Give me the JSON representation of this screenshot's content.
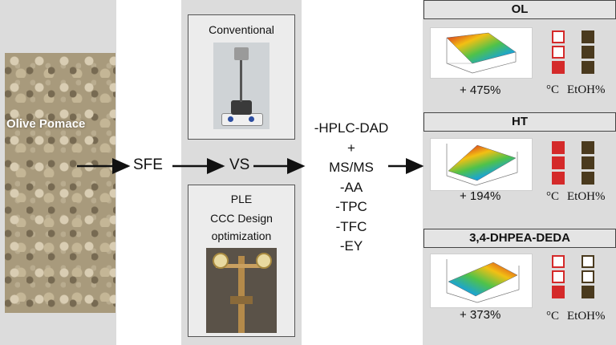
{
  "left_panel": {
    "label": "Olive Pomace"
  },
  "flow": {
    "step1": "SFE",
    "step2": "VS"
  },
  "conventional": {
    "title": "Conventional"
  },
  "ple": {
    "title": "PLE",
    "line1": "CCC Design",
    "line2": "optimization"
  },
  "analysis": {
    "lines": [
      "-HPLC-DAD",
      "+",
      "MS/MS",
      "-AA",
      "-TPC",
      "-TFC",
      "-EY"
    ]
  },
  "results": [
    {
      "title": "OL",
      "increase": "+ 475%",
      "temp_unit": "°C",
      "etoh_unit": "EtOH%",
      "temp_level": [
        0,
        0,
        1
      ],
      "etoh_level": [
        1,
        1,
        1
      ]
    },
    {
      "title": "HT",
      "increase": "+ 194%",
      "temp_unit": "°C",
      "etoh_unit": "EtOH%",
      "temp_level": [
        1,
        1,
        1
      ],
      "etoh_level": [
        1,
        1,
        1
      ]
    },
    {
      "title": "3,4-DHPEA-DEDA",
      "increase": "+ 373%",
      "temp_unit": "°C",
      "etoh_unit": "EtOH%",
      "temp_level": [
        0,
        0,
        1
      ],
      "etoh_level": [
        0,
        0,
        1
      ]
    }
  ],
  "colors": {
    "temp": "#d42a2a",
    "etoh": "#4a3a1e",
    "panel_gray": "#dcdcdc"
  }
}
